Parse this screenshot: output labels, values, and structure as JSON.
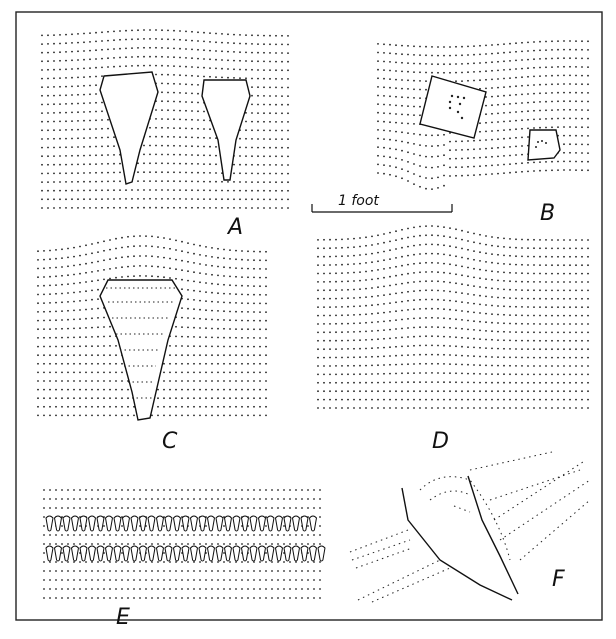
{
  "figure": {
    "panels": [
      {
        "id": "A",
        "label": "A"
      },
      {
        "id": "B",
        "label": "B"
      },
      {
        "id": "C",
        "label": "C"
      },
      {
        "id": "D",
        "label": "D"
      },
      {
        "id": "E",
        "label": "E"
      },
      {
        "id": "F",
        "label": "F"
      }
    ],
    "scale_bar": {
      "label": "1  foot"
    }
  },
  "colors": {
    "ink": "#111111",
    "paper": "#ffffff"
  }
}
